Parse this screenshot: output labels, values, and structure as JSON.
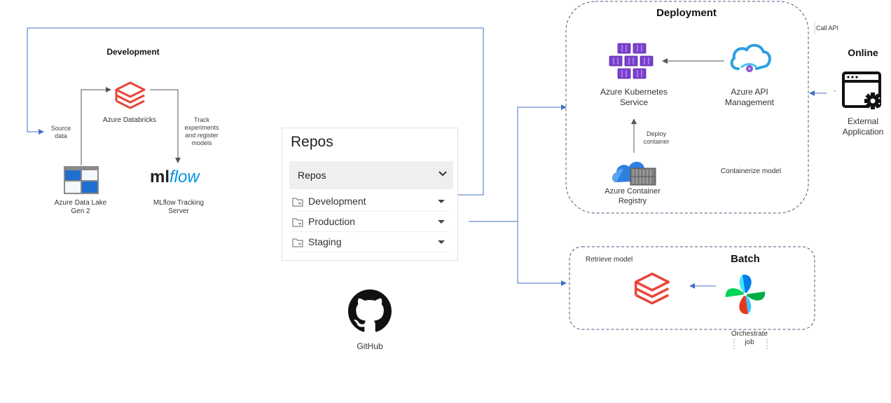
{
  "development": {
    "title": "Development",
    "source_data": "Source\ndata",
    "databricks_label": "Azure Databricks",
    "track_label": "Track\nexperiments\nand register\nmodels",
    "datalake_label": "Azure Data Lake\nGen 2",
    "mlflow_logo_ml": "ml",
    "mlflow_logo_flow": "flow",
    "mlflow_label": "MLflow Tracking\nServer"
  },
  "repos": {
    "title": "Repos",
    "bar_label": "Repos",
    "items": [
      {
        "label": "Development"
      },
      {
        "label": "Production"
      },
      {
        "label": "Staging"
      }
    ]
  },
  "github_label": "GitHub",
  "deployment": {
    "title": "Deployment",
    "aks_label": "Azure Kubernetes\nService",
    "apim_label": "Azure API\nManagement",
    "deploy_container": "Deploy\ncontainer",
    "acr_label": "Azure Container\nRegistry",
    "containerize": "Containerize model"
  },
  "online": {
    "call_api": "Call API",
    "title": "Online",
    "app_label": "External\nApplication"
  },
  "batch": {
    "title": "Batch",
    "retrieve": "Retrieve model",
    "orchestrate": "Orchestrate\njob"
  },
  "colors": {
    "arrow_blue": "#4472c4",
    "databricks_red": "#e8453c",
    "mlflow_blue": "#0194e2",
    "aks_purple": "#7b3fcf",
    "azure_blue": "#1e88e5"
  }
}
